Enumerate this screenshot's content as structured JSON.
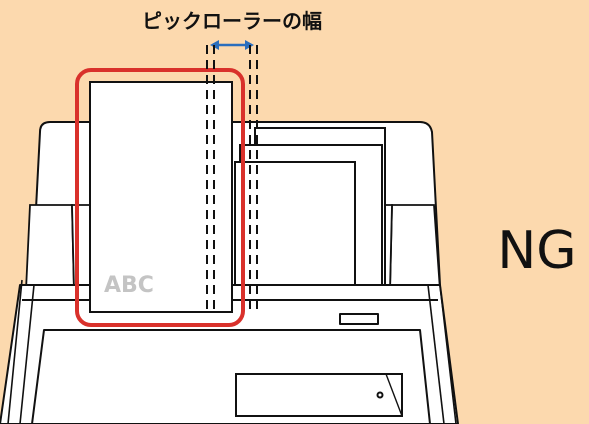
{
  "diagram": {
    "roller_label": "ピックローラーの幅",
    "status": "NG",
    "doc_text": "ABC",
    "colors": {
      "background": "#fcd9ae",
      "highlight": "#d9312b",
      "arrow": "#2a6ebd",
      "outline": "#111111",
      "paper": "#ffffff",
      "watermark_text": "#c4c4c4"
    }
  }
}
